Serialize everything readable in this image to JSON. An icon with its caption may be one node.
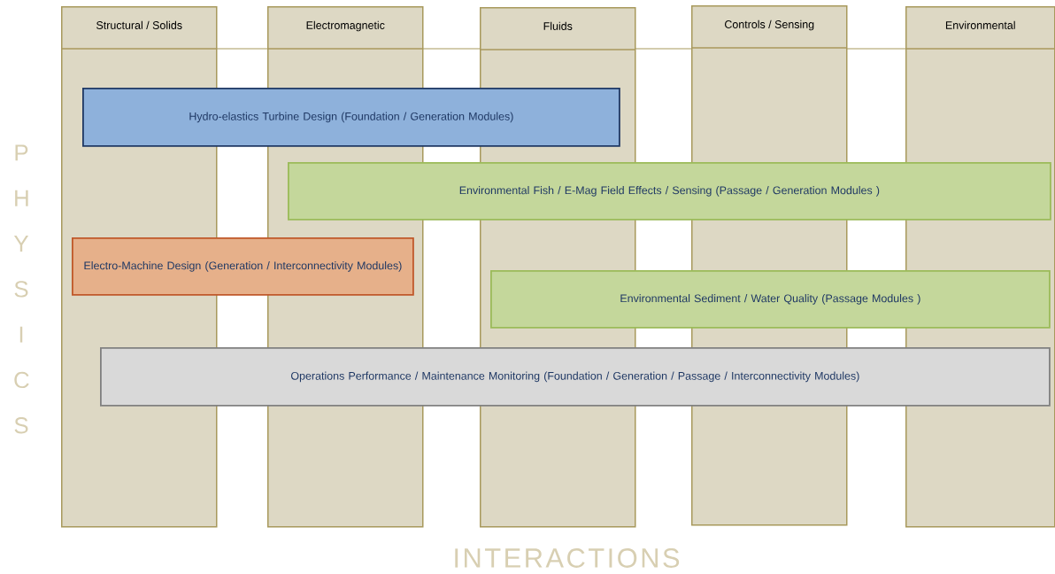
{
  "diagram": {
    "nodes": [
      {
        "text": [
          "Structural / Solids"
        ]
      },
      {
        "text": [
          "Electromagnetic"
        ]
      },
      {
        "text": [
          "Fluids"
        ]
      },
      {
        "text": [
          "Controls / Sensing"
        ]
      },
      {
        "text": [
          "Environmental"
        ]
      },
      {
        "text": [
          "Hydro-elastics Turbine Design (Foundation / Generation Modules)"
        ]
      },
      {
        "text": [
          "Environmental Fish / E-Mag Field Effects / Sensing (Passage / Generation Modules )"
        ]
      },
      {
        "text": [
          "Electro-Machine Design (Generation / Interconnectivity Modules)"
        ]
      },
      {
        "text": [
          "Environmental Sediment / Water Quality (Passage Modules )"
        ]
      },
      {
        "text": [
          "Operations Performance / Maintenance Monitoring (Foundation / Generation / Passage / Interconnectivity Modules)"
        ]
      }
    ],
    "edges": [],
    "labels": [
      "PHYSICS",
      "INTERACTIONS"
    ]
  }
}
